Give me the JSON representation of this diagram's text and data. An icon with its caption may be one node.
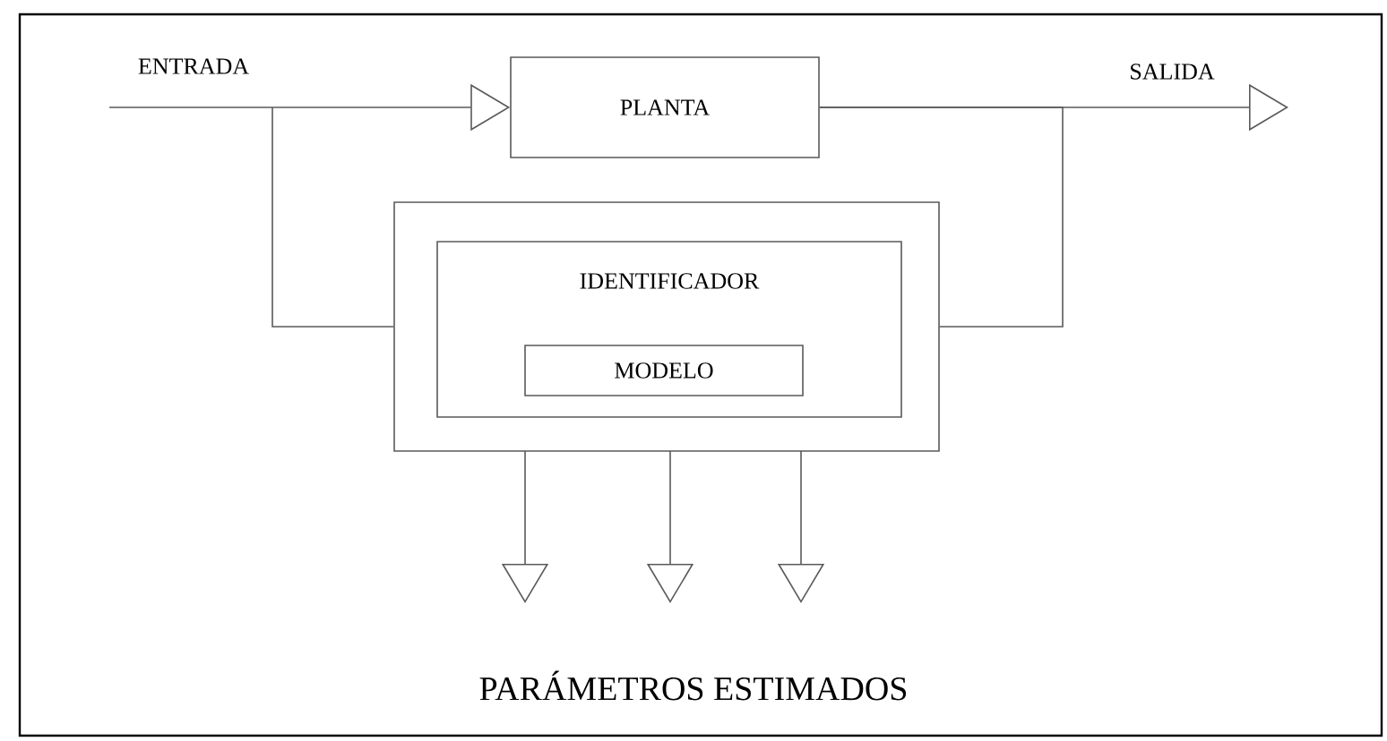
{
  "diagram": {
    "nodes": [
      {
        "text": [
          "PLANTA"
        ]
      },
      {
        "text": [],
        "shape": "box"
      },
      {
        "text": [
          "IDENTIFICADOR"
        ],
        "in": 1
      },
      {
        "text": [
          "MODELO"
        ],
        "in": 2
      }
    ],
    "edges": [
      {
        "from": null,
        "to": 0,
        "arrow": "to"
      },
      {
        "from": null,
        "to": 1,
        "arrow": "none"
      },
      {
        "from": 0,
        "to": null,
        "arrow": "to"
      },
      {
        "from": 0,
        "to": 1,
        "arrow": "none"
      },
      {
        "from": 1,
        "to": null,
        "arrow": "to"
      },
      {
        "from": 1,
        "to": null,
        "arrow": "to"
      },
      {
        "from": 1,
        "to": null,
        "arrow": "to"
      }
    ],
    "labels": [
      "ENTRADA",
      "SALIDA",
      "PARÁMETROS ESTIMADOS"
    ]
  }
}
